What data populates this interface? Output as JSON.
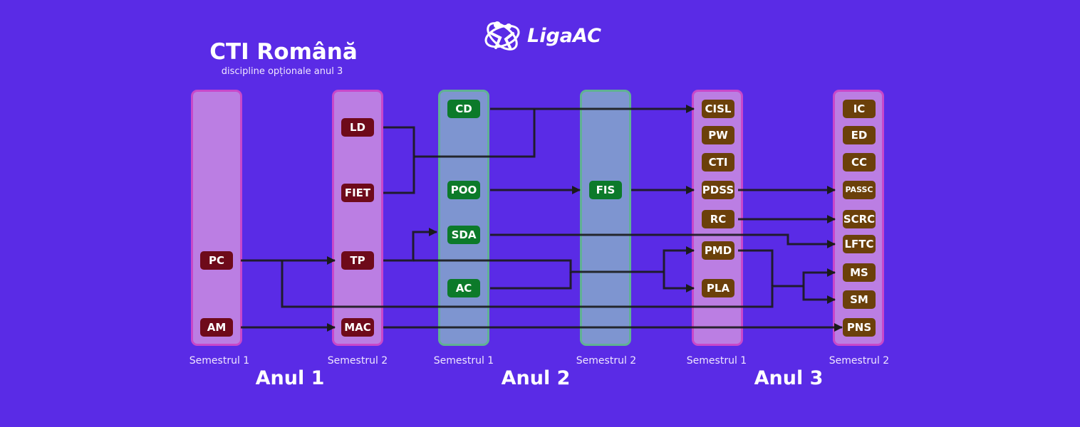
{
  "header": {
    "title": "CTI Română",
    "subtitle": "discipline opționale anul 3",
    "logo_text": "LigaAC"
  },
  "columns": [
    {
      "semester": "Semestrul 1",
      "kind": "pink"
    },
    {
      "semester": "Semestrul 2",
      "kind": "pink"
    },
    {
      "semester": "Semestrul 1",
      "kind": "green"
    },
    {
      "semester": "Semestrul 2",
      "kind": "green"
    },
    {
      "semester": "Semestrul 1",
      "kind": "pink"
    },
    {
      "semester": "Semestrul 2",
      "kind": "pink"
    }
  ],
  "years": [
    "Anul 1",
    "Anul 2",
    "Anul 3"
  ],
  "nodes": {
    "PC": "PC",
    "AM": "AM",
    "LD": "LD",
    "FIET": "FIET",
    "TP": "TP",
    "MAC": "MAC",
    "CD": "CD",
    "POO": "POO",
    "SDA": "SDA",
    "AC": "AC",
    "FIS": "FIS",
    "CISL": "CISL",
    "PW": "PW",
    "CTI": "CTI",
    "PDSS": "PDSS",
    "RC": "RC",
    "PMD": "PMD",
    "PLA": "PLA",
    "IC": "IC",
    "ED": "ED",
    "CC": "CC",
    "PASSC": "PASSC",
    "SCRC": "SCRC",
    "LFTC": "LFTC",
    "MS": "MS",
    "SM": "SM",
    "PNS": "PNS"
  },
  "colors": {
    "background": "#5a2be6",
    "year1_course": "#6e0a1a",
    "year2_course": "#0c7a2a",
    "year3_course": "#6b400a",
    "column_pink": "#d696e2",
    "column_green": "#8cbec8",
    "arrow": "#1a1a1a"
  }
}
